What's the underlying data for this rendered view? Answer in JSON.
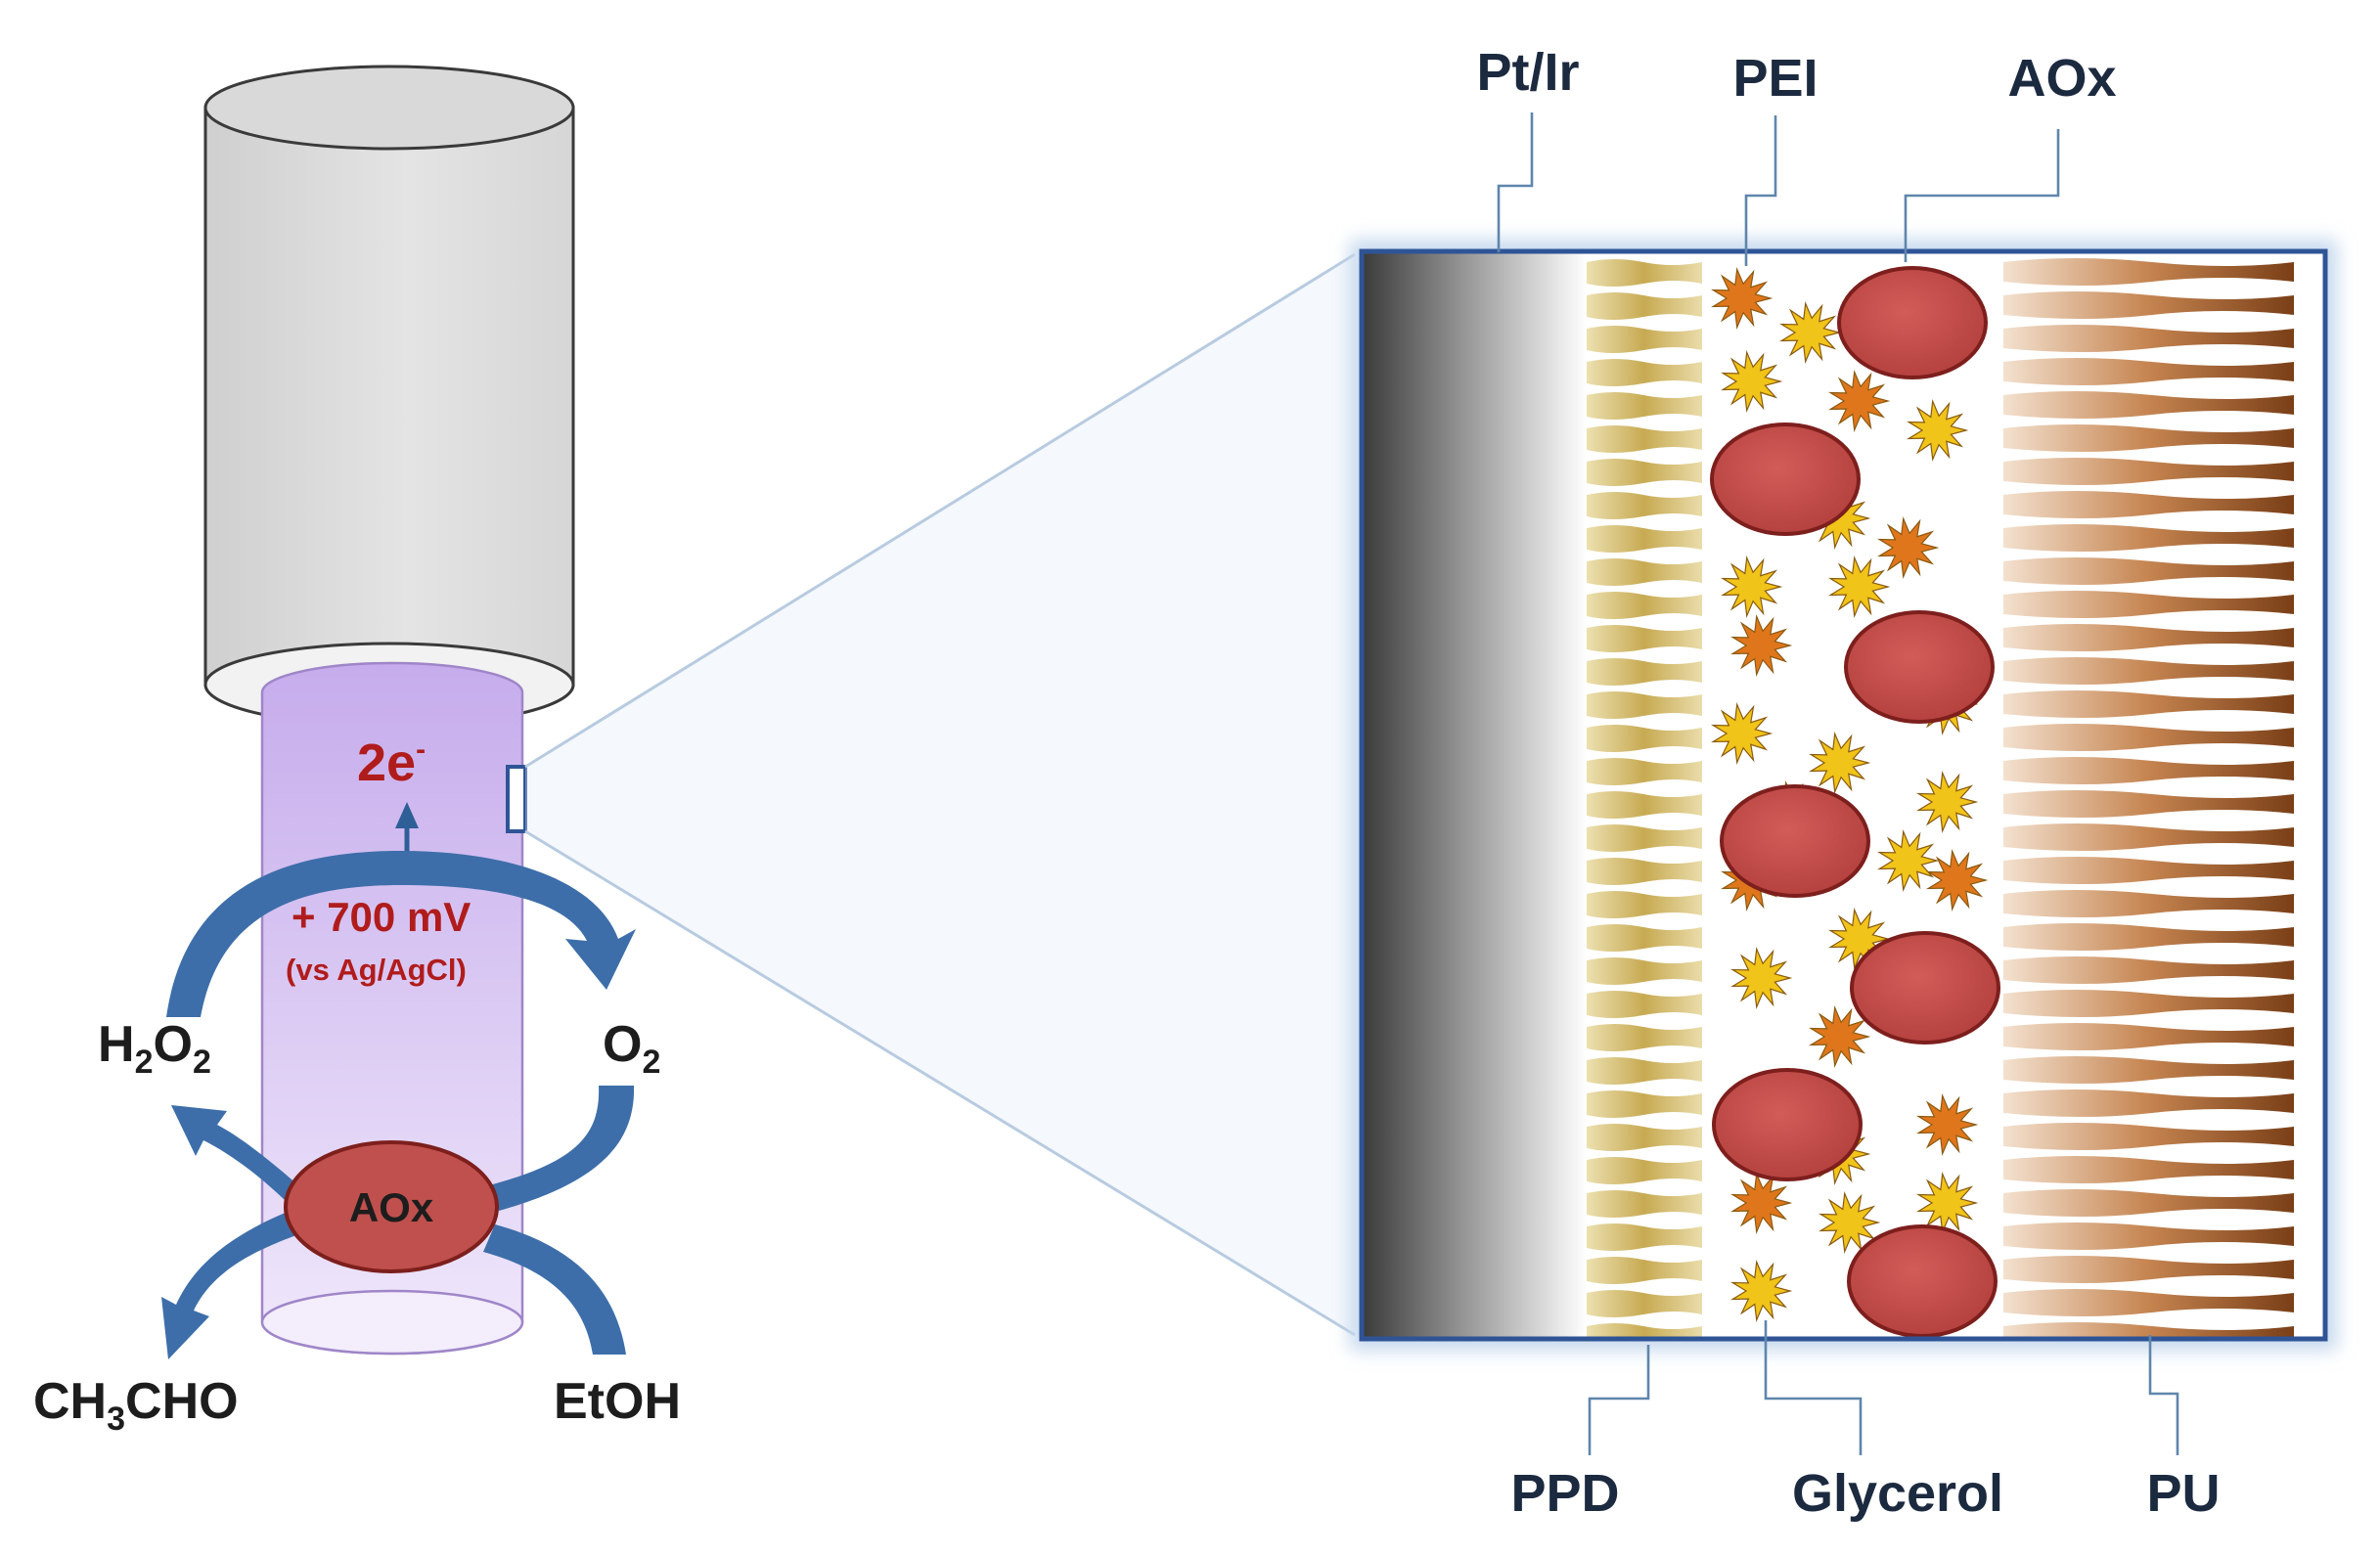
{
  "electrode": {
    "electron_label": "2e",
    "electron_sup": "-",
    "potential": "+ 700 mV",
    "reference": "(vs Ag/AgCl)",
    "enzyme": "AOx",
    "h2o2": {
      "a": "H",
      "s1": "2",
      "b": "O",
      "s2": "2"
    },
    "o2": {
      "a": "O",
      "s1": "2"
    },
    "acetaldehyde": {
      "a": "CH",
      "s1": "3",
      "b": "CHO"
    },
    "ethanol": "EtOH"
  },
  "layers": {
    "top_labels": [
      "Pt/Ir",
      "PEI",
      "AOx"
    ],
    "bottom_labels": [
      "PPD",
      "Glycerol",
      "PU"
    ]
  },
  "colors": {
    "purple_sleeve": "#c9b2e8",
    "enzyme_red": "#c0504d",
    "arrow_blue": "#3d6ea9",
    "red_text": "#b01c1c",
    "frame_blue": "#2f5496"
  }
}
